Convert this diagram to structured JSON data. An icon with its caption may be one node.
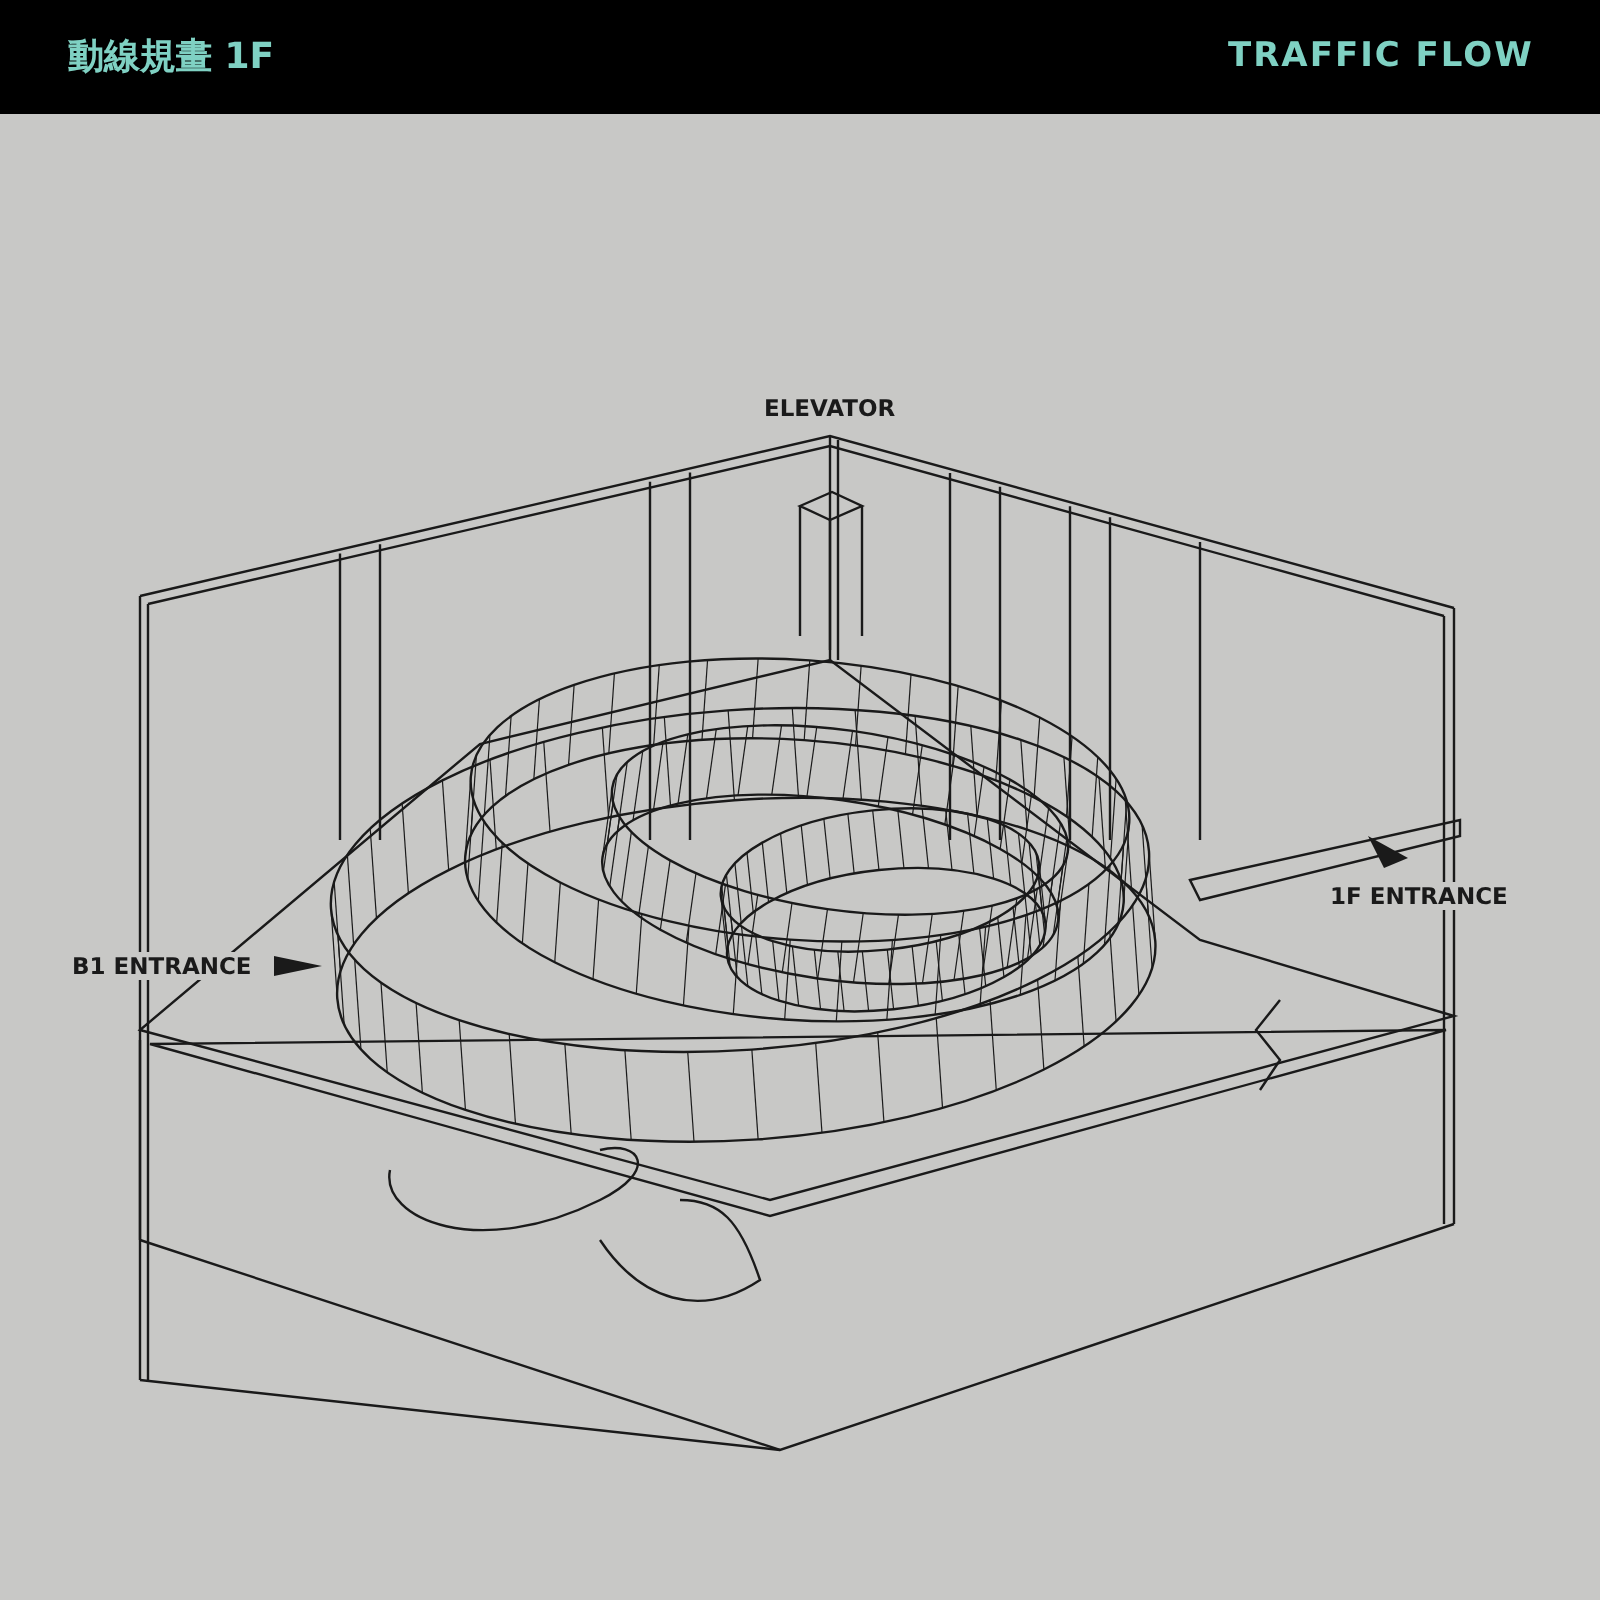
{
  "diagram": {
    "title": "動線規畫 1F",
    "labels": [
      "TRAFFIC FLOW",
      "ELEVATOR",
      "1F ENTRANCE",
      "B1 ENTRANCE"
    ]
  }
}
